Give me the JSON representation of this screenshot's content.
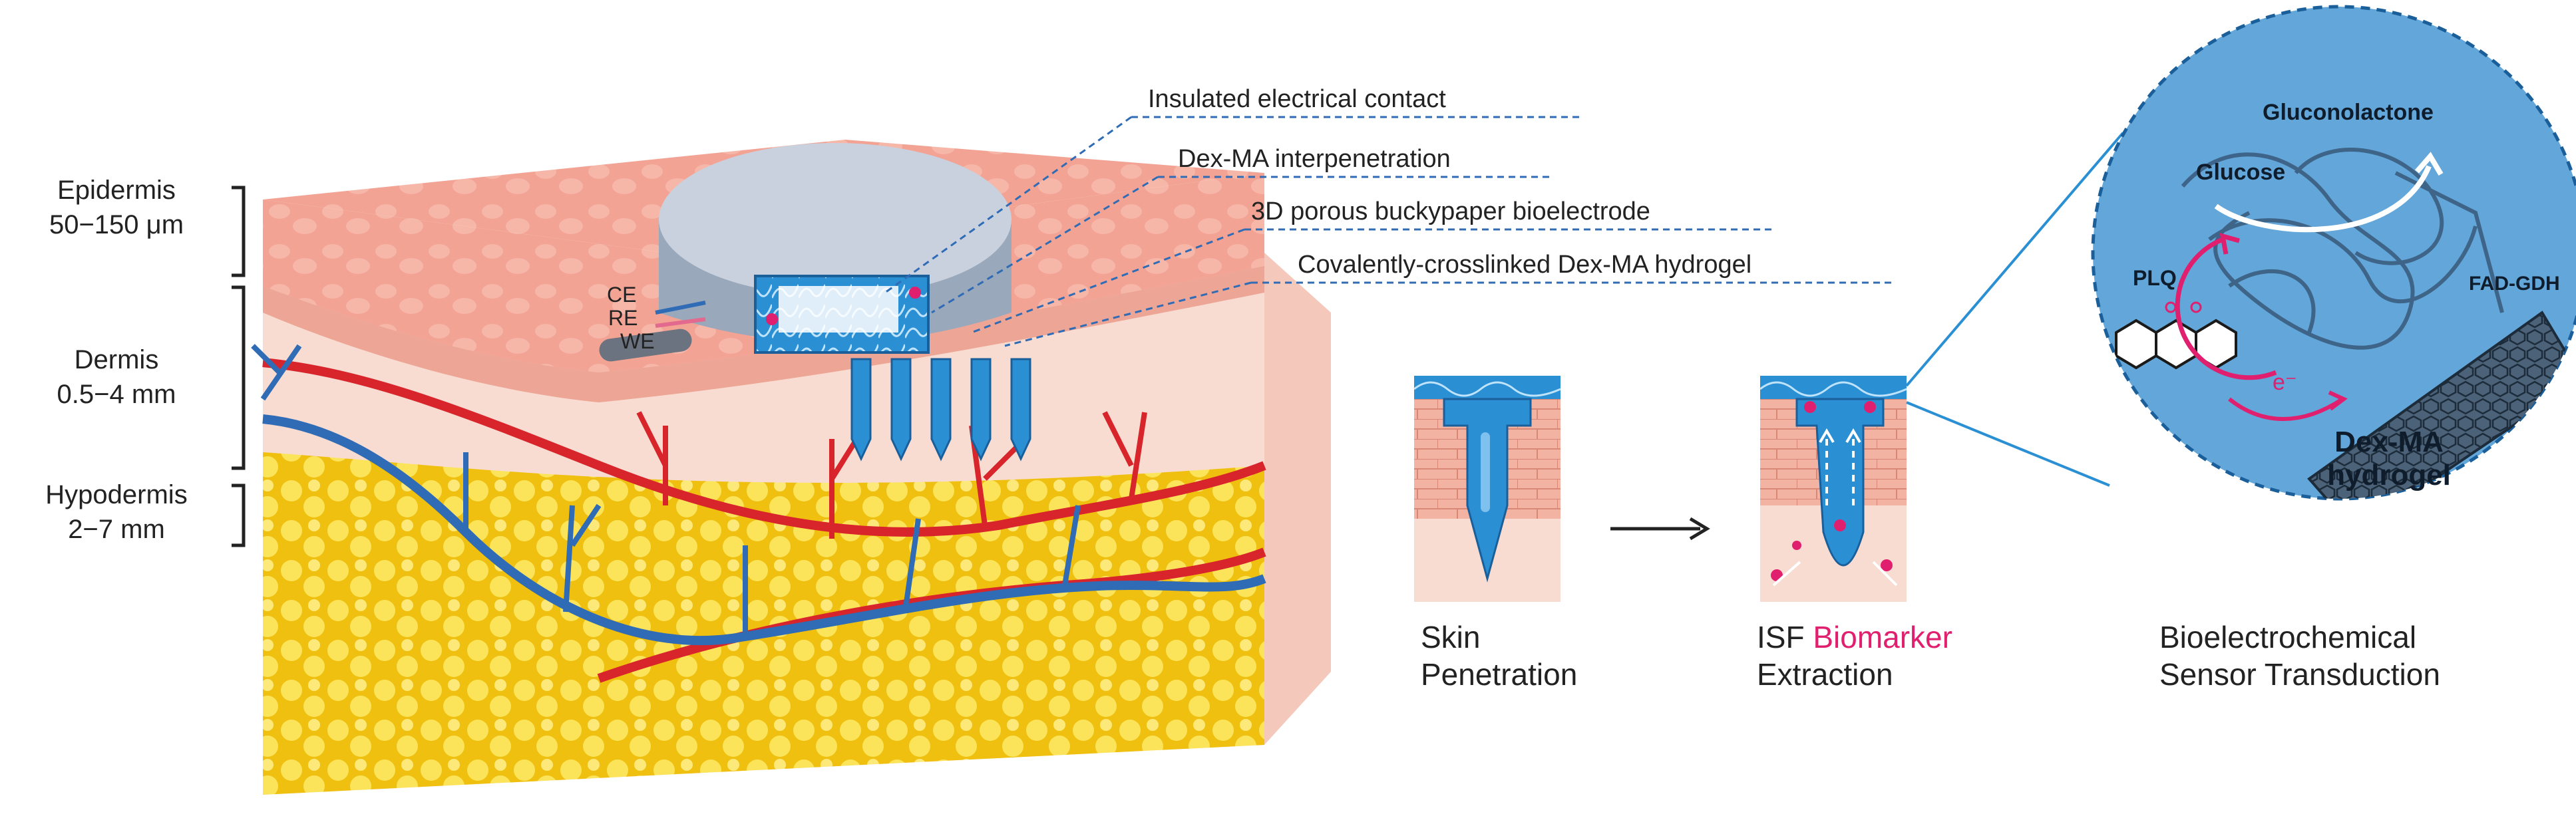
{
  "layers": [
    {
      "name": "Epidermis",
      "range": "50−150 μm"
    },
    {
      "name": "Dermis",
      "range": "0.5−4 mm"
    },
    {
      "name": "Hypodermis",
      "range": "2−7 mm"
    }
  ],
  "electrodes": [
    "CE",
    "RE",
    "WE"
  ],
  "callouts": [
    "Insulated electrical contact",
    "Dex-MA interpenetration",
    "3D porous buckypaper bioelectrode",
    "Covalently-crosslinked Dex-MA hydrogel"
  ],
  "steps": {
    "penetration": {
      "line1": "Skin",
      "line2": "Penetration"
    },
    "extraction": {
      "word1": "ISF",
      "word2": "Biomarker",
      "line2": "Extraction"
    },
    "transduction": {
      "line1": "Bioelectrochemical",
      "line2": "Sensor Transduction"
    }
  },
  "zoom": {
    "gluconolactone": "Gluconolactone",
    "glucose": "Glucose",
    "plq": "PLQ",
    "fad_gdh": "FAD-GDH",
    "electron": "e⁻",
    "gel_line1": "Dex-MA",
    "gel_line2": "hydrogel"
  },
  "colors": {
    "epidermis": "#f2a394",
    "dermis": "#f7d6ca",
    "hypodermis": "#f5cc1f",
    "artery": "#d8242b",
    "vein": "#2f6cb5",
    "hydrogel": "#2b8fd4",
    "patch": "#c9d1de",
    "biomarker": "#e0206e",
    "zoom_bg": "#63a6d9"
  }
}
